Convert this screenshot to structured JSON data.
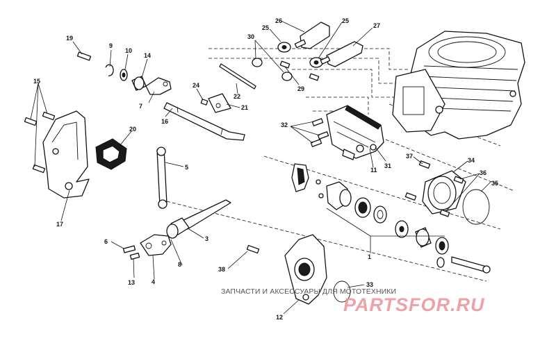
{
  "callouts": [
    {
      "id": "c1",
      "label": "1"
    },
    {
      "id": "c3",
      "label": "3"
    },
    {
      "id": "c4",
      "label": "4"
    },
    {
      "id": "c5",
      "label": "5"
    },
    {
      "id": "c6",
      "label": "6"
    },
    {
      "id": "c7",
      "label": "7"
    },
    {
      "id": "c8",
      "label": "8"
    },
    {
      "id": "c9",
      "label": "9"
    },
    {
      "id": "c10",
      "label": "10"
    },
    {
      "id": "c11",
      "label": "11"
    },
    {
      "id": "c12",
      "label": "12"
    },
    {
      "id": "c13",
      "label": "13"
    },
    {
      "id": "c14",
      "label": "14"
    },
    {
      "id": "c15",
      "label": "15"
    },
    {
      "id": "c16",
      "label": "16"
    },
    {
      "id": "c17",
      "label": "17"
    },
    {
      "id": "c19",
      "label": "19"
    },
    {
      "id": "c20",
      "label": "20"
    },
    {
      "id": "c21",
      "label": "21"
    },
    {
      "id": "c22",
      "label": "22"
    },
    {
      "id": "c24",
      "label": "24"
    },
    {
      "id": "c25a",
      "label": "25"
    },
    {
      "id": "c25b",
      "label": "25"
    },
    {
      "id": "c26",
      "label": "26"
    },
    {
      "id": "c27",
      "label": "27"
    },
    {
      "id": "c29",
      "label": "29"
    },
    {
      "id": "c30",
      "label": "30"
    },
    {
      "id": "c31",
      "label": "31"
    },
    {
      "id": "c32",
      "label": "32"
    },
    {
      "id": "c33",
      "label": "33"
    },
    {
      "id": "c34",
      "label": "34"
    },
    {
      "id": "c35",
      "label": "35"
    },
    {
      "id": "c36",
      "label": "36"
    },
    {
      "id": "c37",
      "label": "37"
    },
    {
      "id": "c38",
      "label": "38"
    }
  ],
  "watermark": {
    "caption": "ЗАПЧАСТИ И АКСЕССУАРЫ ДЛЯ МОТОТЕХНИКИ",
    "logo": "PARTSFOR.RU",
    "logo_color": "#e8939a"
  },
  "colors": {
    "line": "#111111",
    "background": "#ffffff"
  }
}
